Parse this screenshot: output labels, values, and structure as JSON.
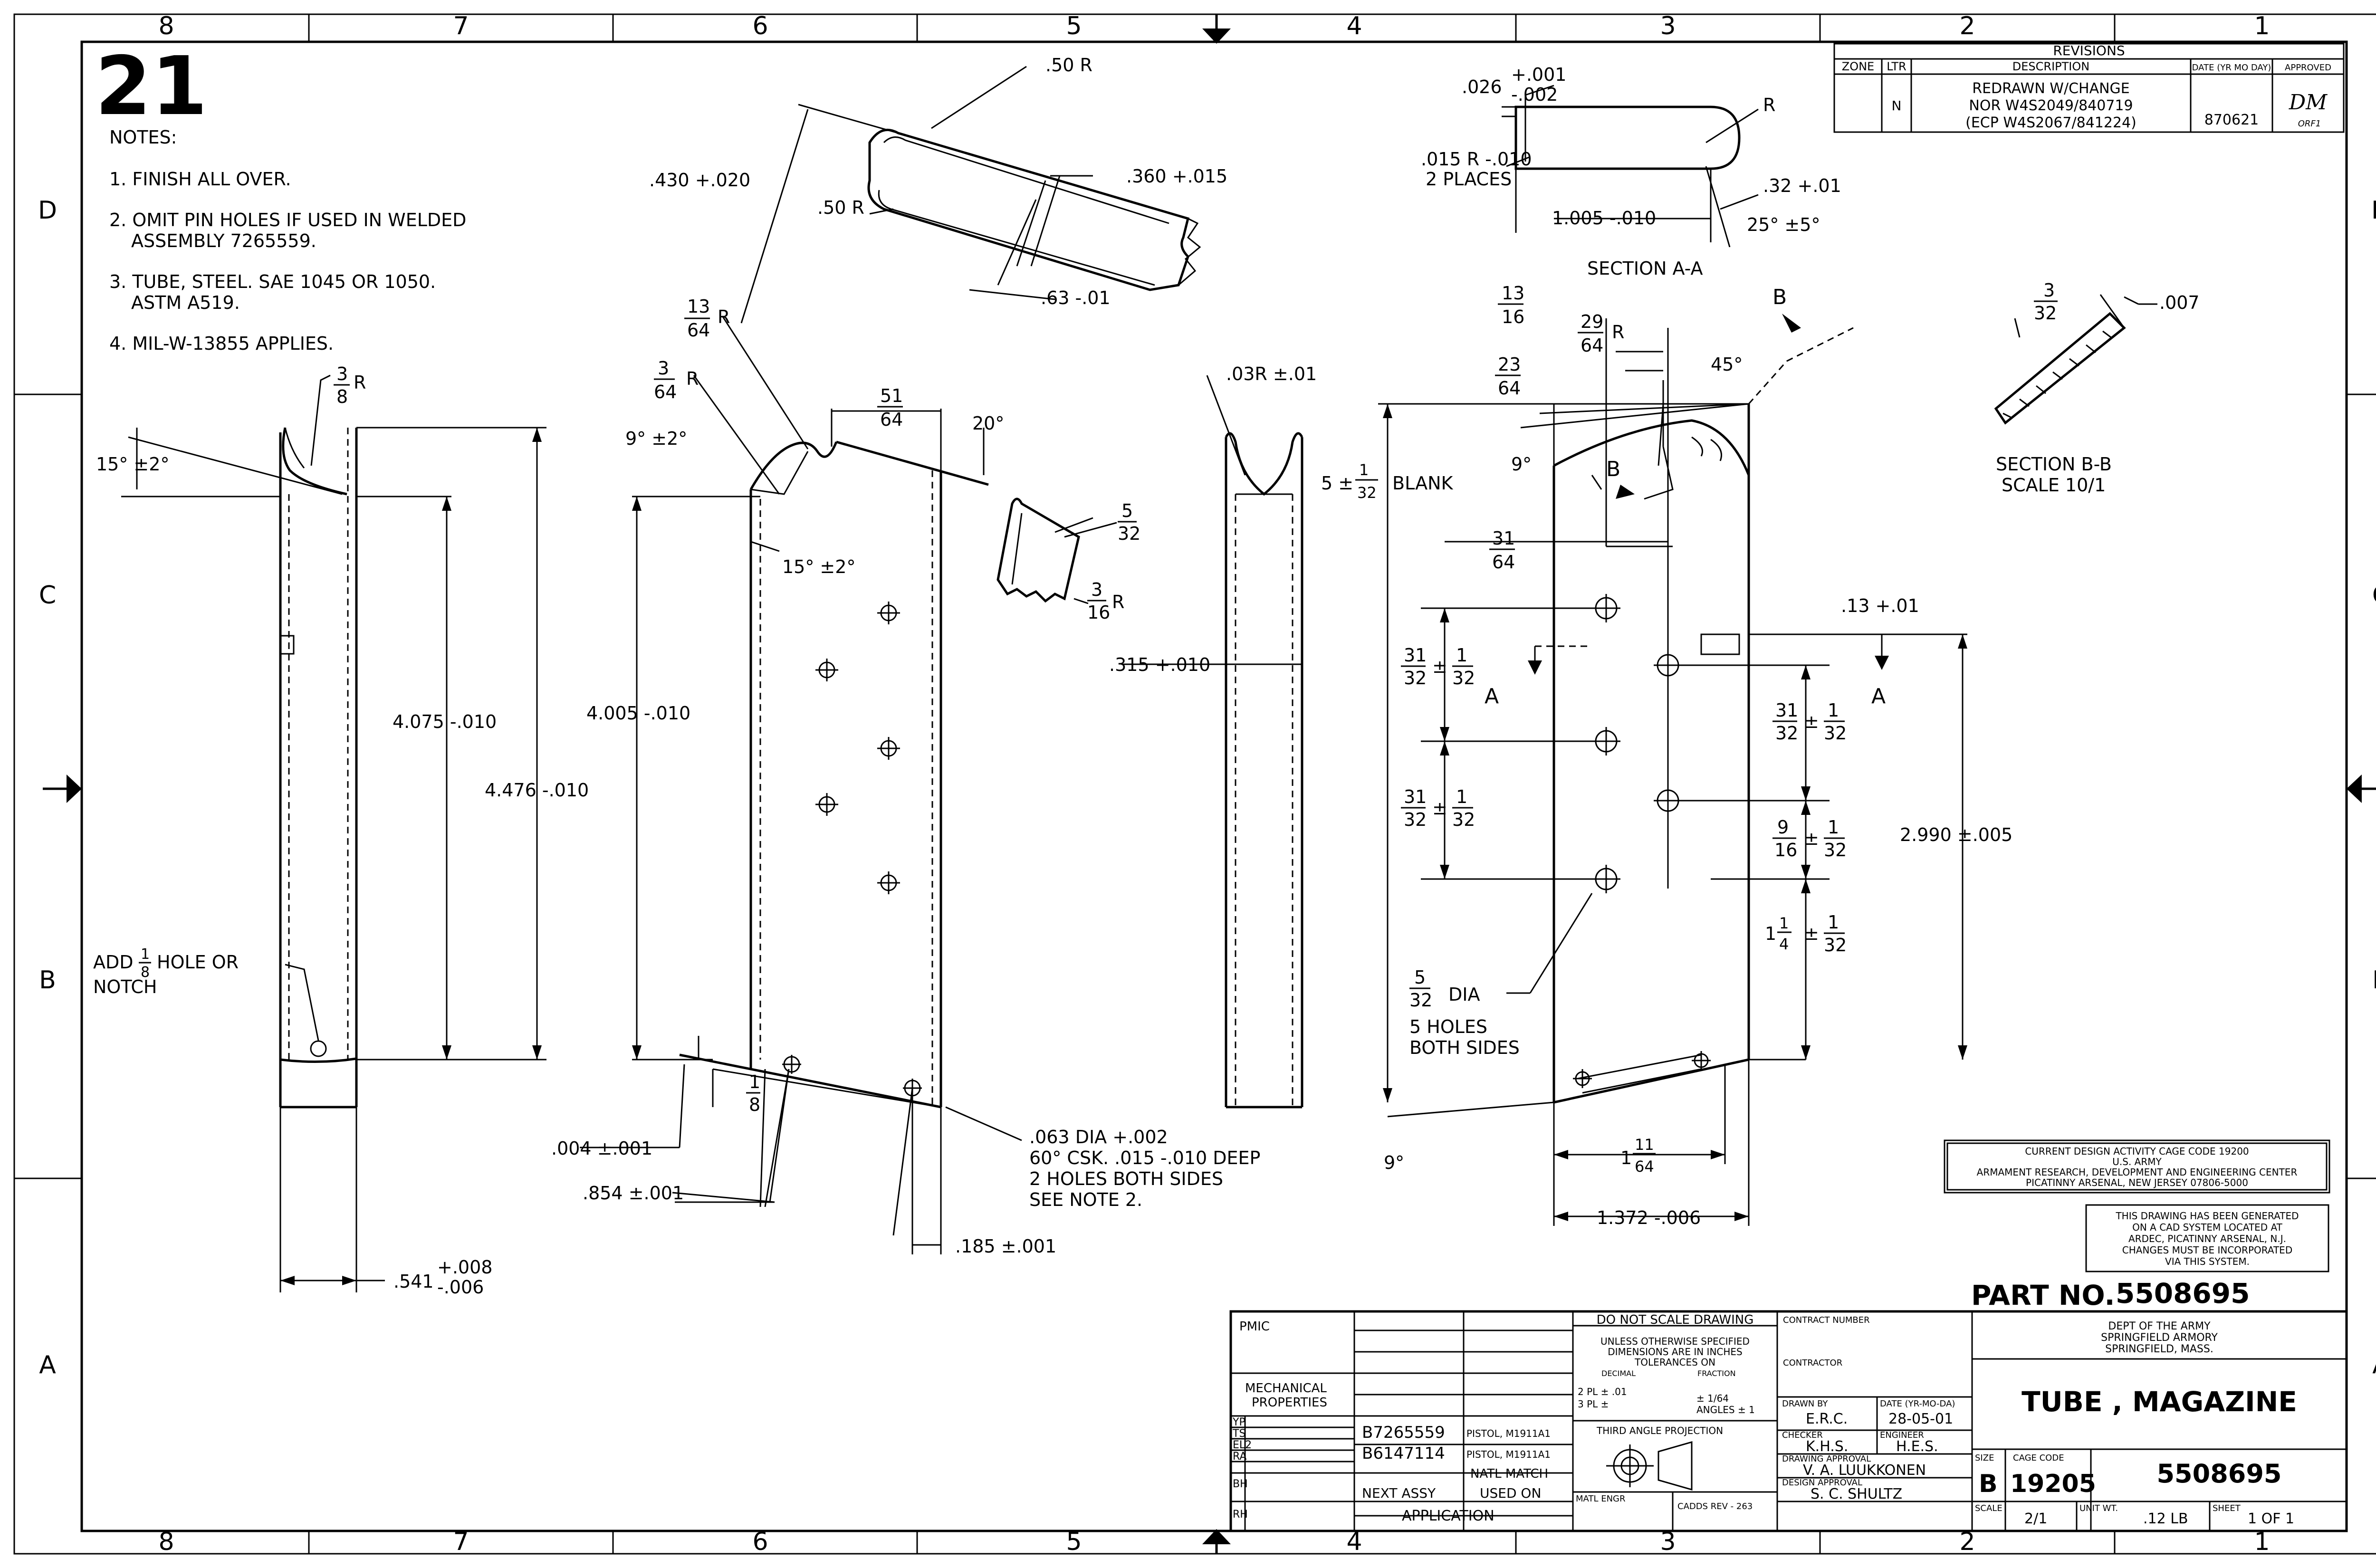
{
  "sheet": {
    "number_label": "21",
    "side_part_no": "5508695",
    "zones_top": [
      "8",
      "7",
      "6",
      "5",
      "4",
      "3",
      "2",
      "1"
    ],
    "zones_bottom": [
      "8",
      "7",
      "6",
      "5",
      "4",
      "3",
      "2",
      "1"
    ],
    "zones_left": [
      "D",
      "C",
      "B",
      "A"
    ],
    "zones_right": [
      "D",
      "C",
      "B",
      "A"
    ]
  },
  "notes": {
    "heading": "NOTES:",
    "n1": "1. FINISH        ALL OVER.",
    "n2a": "2. OMIT PIN HOLES IF USED IN WELDED",
    "n2b": "ASSEMBLY 7265559.",
    "n3a": "3. TUBE, STEEL. SAE 1045 OR 1050.",
    "n3b": "ASTM A519.",
    "n4": "4. MIL-W-13855 APPLIES."
  },
  "revisions": {
    "title": "REVISIONS",
    "h_zone": "ZONE",
    "h_ltr": "LTR",
    "h_desc": "DESCRIPTION",
    "h_date": "DATE (YR MO DAY)",
    "h_appr": "APPROVED",
    "ltr": "N",
    "desc1": "REDRAWN W/CHANGE",
    "desc2": "NOR W4S2049/840719",
    "desc3": "(ECP W4S2067/841224)",
    "date": "870621",
    "appr_init": "DM",
    "appr_sub": "ORF1"
  },
  "view1": {
    "r38_num": "3",
    "r38_den": "8",
    "r38_r": "R",
    "ang15": "15° ±2°",
    "d4075": "4.075 -.010",
    "d4476": "4.476 -.010",
    "add_a": "ADD",
    "add_num": "1",
    "add_den": "8",
    "add_b": "HOLE OR",
    "notch": "NOTCH",
    "d541": ".541",
    "d541_p": "+.008",
    "d541_m": "-.006"
  },
  "view2": {
    "r1364_num": "13",
    "r1364_den": "64",
    "r_a": "R",
    "r364_num": "3",
    "r364_den": "64",
    "r_b": "R",
    "d5164_num": "51",
    "d5164_den": "64",
    "ang20": "20°",
    "ang9": "9° ±2°",
    "ang15b": "15° ±2°",
    "d4005": "4.005 -.010",
    "d004": ".004 ±.001",
    "d18_num": "1",
    "d18_den": "8",
    "d854": ".854 ±.001",
    "d185": ".185 ±.001",
    "hole1": ".063 DIA +.002",
    "hole2": "60° CSK.  .015 -.010 DEEP",
    "hole3": "2 HOLES BOTH SIDES",
    "hole4": "SEE NOTE 2."
  },
  "detail_top": {
    "r50a": ".50 R",
    "r50b": ".50 R",
    "d430": ".430 +.020",
    "d360": ".360 +.015",
    "d63": ".63 -.01"
  },
  "detail_side": {
    "d532_num": "5",
    "d532_den": "32",
    "r316_num": "3",
    "r316_den": "16",
    "r": "R"
  },
  "view3": {
    "r03": ".03R ±.01",
    "d315": ".315 +.010"
  },
  "section_aa": {
    "d026": ".026",
    "d026_p": "+.001",
    "d026_m": "-.002",
    "r": "R",
    "r015a": ".015 R -.010",
    "r015b": "2 PLACES",
    "d1005": "1.005 -.010",
    "d32": ".32 +.01",
    "ang25": "25° ±5°",
    "title": "SECTION  A-A"
  },
  "section_bb": {
    "d332_num": "3",
    "d332_den": "32",
    "d007": ".007",
    "title": "SECTION  B-B",
    "scale": "SCALE 10/1"
  },
  "view4": {
    "d1316_num": "13",
    "d1316_den": "16",
    "r2964_num": "29",
    "r2964_den": "64",
    "r": "R",
    "d2364_num": "23",
    "d2364_den": "64",
    "ang9a": "9°",
    "ang45": "45°",
    "blank_pre": "5 ±",
    "blank_num": "1",
    "blank_den": "32",
    "blank_post": "BLANK",
    "b_label": "B",
    "a_label": "A",
    "d3164_num": "31",
    "d3164_den": "64",
    "d013": ".13 +.01",
    "t_num1": "31",
    "t_den1": "32",
    "pm": "±",
    "tol_num": "1",
    "tol_den": "32",
    "d916_num": "9",
    "d916_den": "16",
    "d114_whole": "1",
    "d114_num": "1",
    "d114_den": "4",
    "d2990": "2.990 ±.005",
    "dia_num": "5",
    "dia_den": "32",
    "dia": "DIA",
    "holes1": "5 HOLES",
    "holes2": "BOTH SIDES",
    "ang9b": "9°",
    "d1164_whole": "1",
    "d1164_num": "11",
    "d1164_den": "64",
    "d1372": "1.372 -.006"
  },
  "activity": {
    "l1": "CURRENT DESIGN ACTIVITY CAGE CODE 19200",
    "l2": "U.S. ARMY",
    "l3": "ARMAMENT RESEARCH, DEVELOPMENT AND ENGINEERING CENTER",
    "l4": "PICATINNY ARSENAL, NEW JERSEY 07806-5000"
  },
  "cadnote": {
    "l1": "THIS DRAWING HAS BEEN GENERATED",
    "l2": "ON A CAD SYSTEM LOCATED AT",
    "l3": "ARDEC, PICATINNY ARSENAL, N.J.",
    "l4": "CHANGES MUST BE INCORPORATED",
    "l5": "VIA THIS SYSTEM."
  },
  "title_block": {
    "part_no_label": "PART NO.",
    "part_no": "5508695",
    "dept1": "DEPT OF THE ARMY",
    "dept2": "SPRINGFIELD ARMORY",
    "dept3": "SPRINGFIELD, MASS.",
    "title": "TUBE , MAGAZINE",
    "pmic": "PMIC",
    "mech1": "MECHANICAL",
    "mech2": "PROPERTIES",
    "codes": [
      "YP",
      "TS",
      "EL2",
      "RA",
      "BH",
      "RH"
    ],
    "asm1": "B7265559",
    "asm1_app": "PISTOL, M1911A1",
    "asm2": "B6147114",
    "asm2_app": "PISTOL, M1911A1",
    "natl_match": "NATL MATCH",
    "next_assy": "NEXT ASSY",
    "used_on": "USED ON",
    "application": "APPLICATION",
    "no_scale": "DO NOT SCALE DRAWING",
    "tol1": "UNLESS OTHERWISE SPECIFIED",
    "tol2": "DIMENSIONS ARE IN INCHES",
    "tol3": "TOLERANCES ON",
    "tol_dec": "DECIMAL",
    "tol_frac": "FRACTION",
    "tol_2pl": "2 PL ± .01",
    "tol_3pl": "3 PL ±",
    "tol_f1": "± 1/64",
    "tol_ang": "ANGLES ± 1",
    "third_angle": "THIRD ANGLE PROJECTION",
    "matl_engr": "MATL ENGR",
    "cadds": "CADDS REV - 263",
    "contract_number": "CONTRACT NUMBER",
    "contractor": "CONTRACTOR",
    "drawn_by_l": "DRAWN BY",
    "drawn_by": "E.R.C.",
    "date_l": "DATE (YR-MO-DA)",
    "date": "28-05-01",
    "checker_l": "CHECKER",
    "checker": "K.H.S.",
    "engineer_l": "ENGINEER",
    "engineer": "H.E.S.",
    "drawing_approval_l": "DRAWING APPROVAL",
    "drawing_approval": "V. A. LUUKKONEN",
    "design_approval_l": "DESIGN APPROVAL",
    "design_approval": "S. C. SHULTZ",
    "size_l": "SIZE",
    "size": "B",
    "cage_l": "CAGE CODE",
    "cage": "19205",
    "dwg_no": "5508695",
    "scale_l": "SCALE",
    "scale": "2/1",
    "unit_wt_l": "UNIT WT.",
    "unit_wt": ".12 LB",
    "sheet_l": "SHEET",
    "sheet": "1  OF  1"
  }
}
